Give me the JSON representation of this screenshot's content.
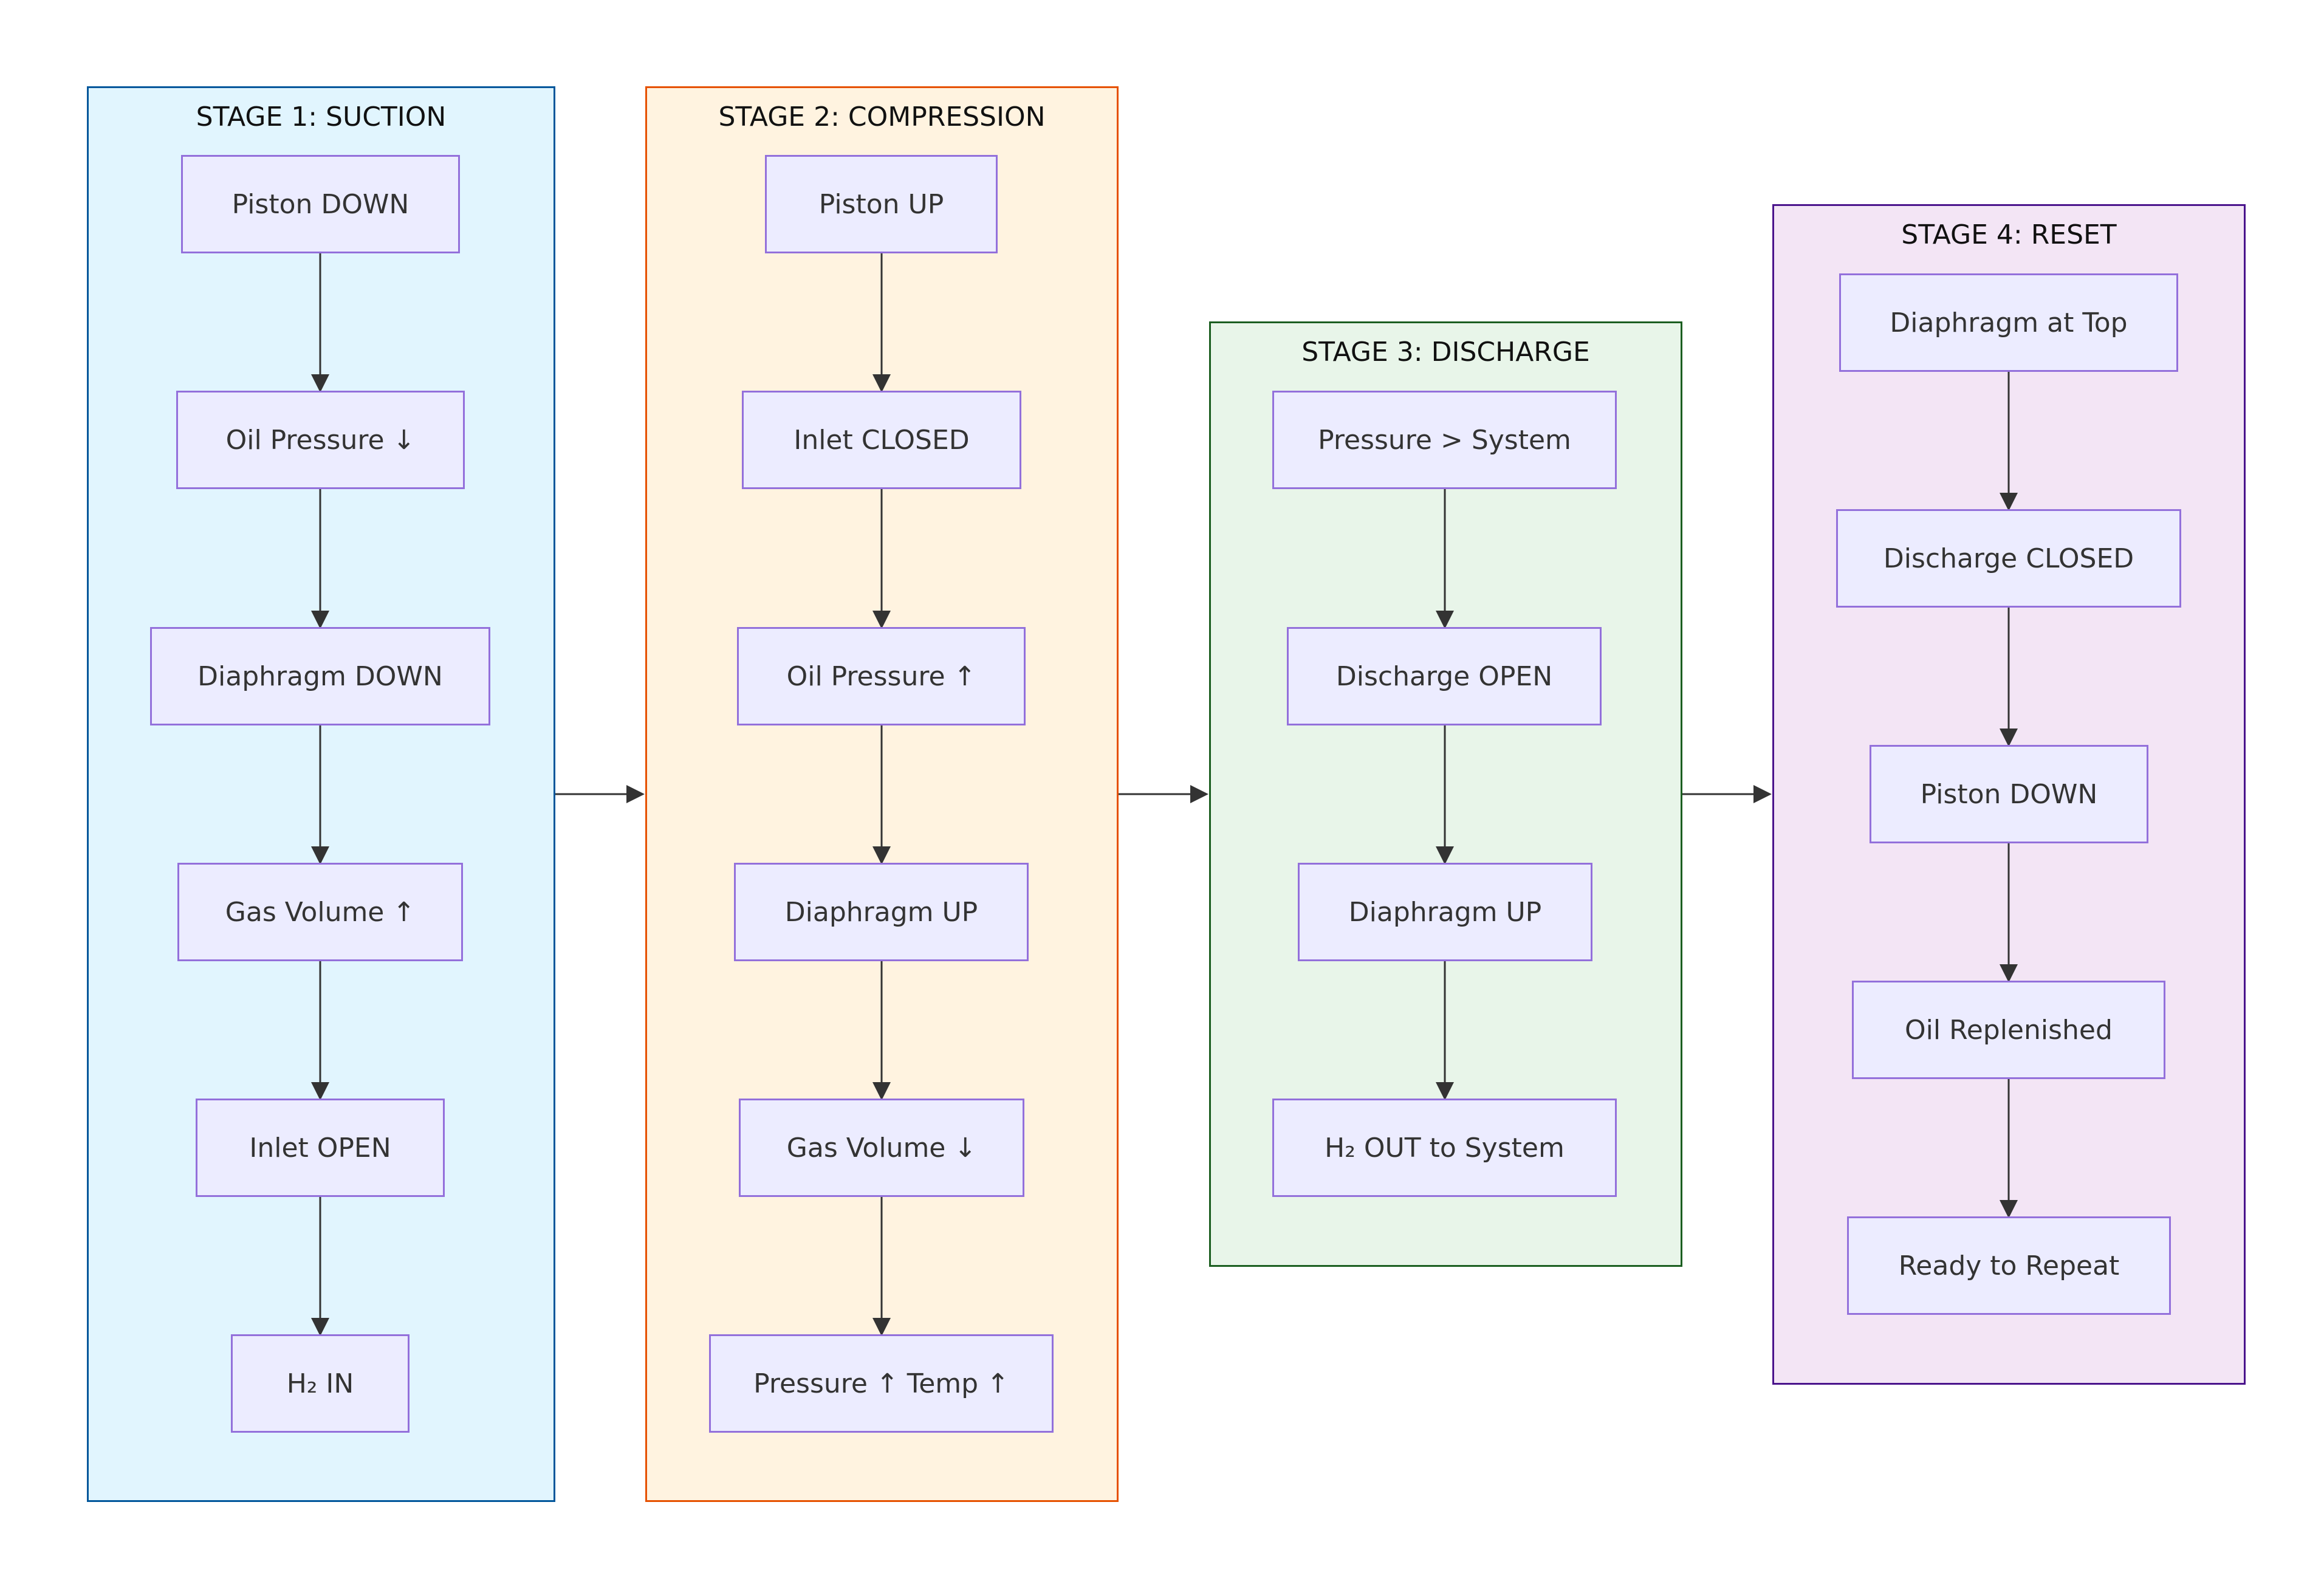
{
  "stages": [
    {
      "title": "STAGE 1: SUCTION",
      "fill": "#E1F5FE",
      "stroke": "#01579B",
      "nodes": [
        "Piston DOWN",
        "Oil Pressure ↓",
        "Diaphragm DOWN",
        "Gas Volume ↑",
        "Inlet OPEN",
        "H₂ IN"
      ]
    },
    {
      "title": "STAGE 2: COMPRESSION",
      "fill": "#FFF3E0",
      "stroke": "#E65100",
      "nodes": [
        "Piston UP",
        "Inlet CLOSED",
        "Oil Pressure ↑",
        "Diaphragm UP",
        "Gas Volume ↓",
        "Pressure ↑ Temp ↑"
      ]
    },
    {
      "title": "STAGE 3: DISCHARGE",
      "fill": "#E8F5E9",
      "stroke": "#1B5E20",
      "nodes": [
        "Pressure > System",
        "Discharge OPEN",
        "Diaphragm UP",
        "H₂ OUT to System"
      ]
    },
    {
      "title": "STAGE 4: RESET",
      "fill": "#F3E5F5",
      "stroke": "#4A148C",
      "nodes": [
        "Diaphragm at Top",
        "Discharge CLOSED",
        "Piston DOWN",
        "Oil Replenished",
        "Ready to Repeat"
      ]
    }
  ],
  "colors": {
    "node_fill": "#ECECFF",
    "node_stroke": "#9370DB",
    "edge": "#333333"
  }
}
